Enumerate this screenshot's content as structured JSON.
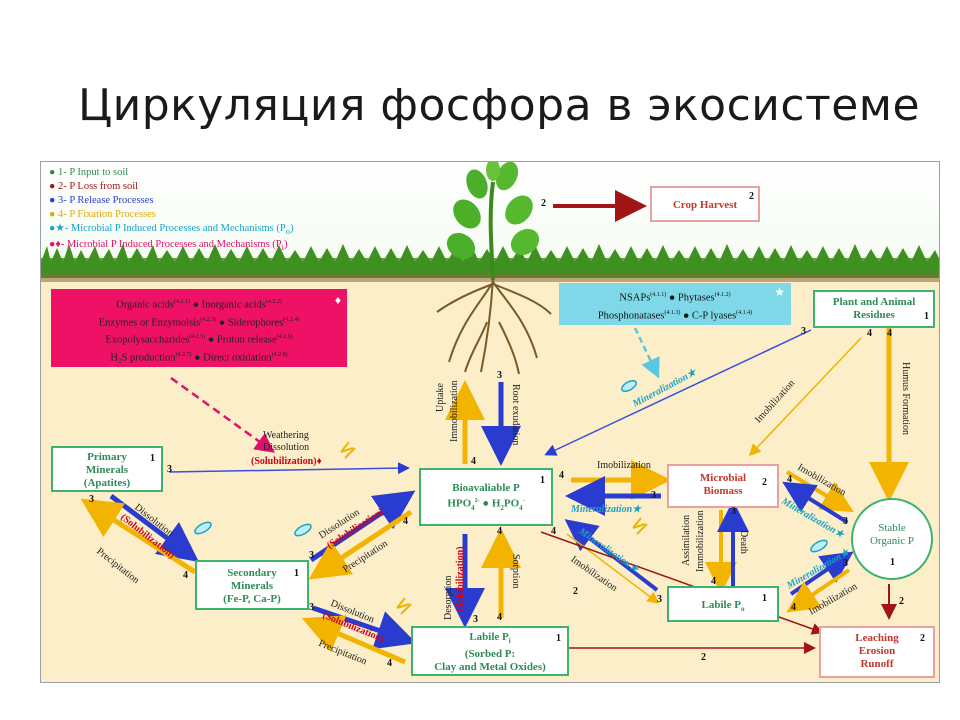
{
  "title": "Циркуляция фосфора в экосистеме",
  "legend": [
    {
      "marker": "● 1- P Input to soil",
      "color": "#2e8b57"
    },
    {
      "marker": "● 2- P Loss from soil",
      "color": "#a31515"
    },
    {
      "marker": "● 3- P Release Processes",
      "color": "#2a3ccf"
    },
    {
      "marker": "● 4- P Fixation Processes",
      "color": "#e0a800"
    },
    {
      "marker": "●★- Microbial P Induced Processes and Mechanisms (P",
      "sub": "o",
      "tail": ")",
      "color": "#1aa3c4"
    },
    {
      "marker": "●♦- Microbial P Induced Processes and Mechanisms (P",
      "sub": "i",
      "tail": ")",
      "color": "#e0116e"
    }
  ],
  "inorganic_mech": {
    "l1a": "Organic acids",
    "s1a": "(4.2.1)",
    "l1b": " ● Inorganic acids",
    "s1b": "(4.2.2)",
    "l2a": "Enzymes or Enzymolsis",
    "s2a": "(4.2.3)",
    "l2b": " ● Siderophores",
    "s2b": "(4.2.4)",
    "l3a": "Exopolysaccharides",
    "s3a": "(4.2.5)",
    "l3b": " ● Proton release",
    "s3b": "(4.2.6)",
    "l4a": "H₂S production",
    "s4a": "(4.2.7)",
    "l4b": " ● Direct oxidation",
    "s4b": "(4.2.8)",
    "mark": "♦"
  },
  "organic_mech": {
    "l1a": "NSAPs",
    "s1a": "(4.1.1)",
    "l1b": " ● Phytases",
    "s1b": "(4.1.2)",
    "l2a": "Phosphonatases",
    "s2a": "(4.1.3)",
    "l2b": " ● C-P lyases",
    "s2b": "(4.1.4)",
    "mark": "★"
  },
  "boxes": {
    "crop": {
      "label": "Crop Harvest",
      "badge": "2"
    },
    "plant": {
      "l1": "Plant and Animal",
      "l2": "Residues",
      "badge": "1"
    },
    "primary": {
      "l1": "Primary",
      "l2": "Minerals",
      "l3": "(Apatites)",
      "badge": "1"
    },
    "secondary": {
      "l1": "Secondary",
      "l2": "Minerals",
      "l3": "(Fe-P, Ca-P)",
      "badge": "1"
    },
    "bio": {
      "l1": "Bioavaliable P",
      "l2a": "HPO",
      "l2b": "4",
      "l2c": "2-",
      "l2d": " ● H",
      "l2e": "2",
      "l2f": "PO",
      "l2g": "4",
      "l2h": "-",
      "badge": "1"
    },
    "labile_pi": {
      "l1a": "Labile P",
      "l1b": "i",
      "l2": "(Sorbed P:",
      "l3": "Clay and Metal Oxides)",
      "badge": "1"
    },
    "microbial": {
      "l1": "Microbial",
      "l2": "Biomass",
      "badge": "2"
    },
    "labile_po": {
      "l1a": "Labile P",
      "l1b": "o",
      "badge": "1"
    },
    "stable": {
      "l1": "Stable",
      "l2": "Organic P",
      "badge": "1"
    },
    "leaching": {
      "l1": "Leaching",
      "l2": "Erosion",
      "l3": "Runoff",
      "badge": "2"
    }
  },
  "labels": {
    "weathering": "Weathering",
    "dissolution": "Dissolution",
    "solubilization": "(Solubilization)♦",
    "uptake": "Uptake",
    "immob": "Immobilization",
    "root": "Root exudation",
    "mineralization_star": "Mineralization★",
    "immobilization": "Imobilization",
    "humus": "Humus Formation",
    "dissolution2": "Dissolution",
    "solub2": "(Solubilization)",
    "precipitation": "Precipitation",
    "assimilation": "Assimilation",
    "death": "Death",
    "desorption": "Desorption",
    "solub_v": "(Solubilization)",
    "sorption": "Sorption",
    "immobilization_low": "Imobilization"
  },
  "numbers": {
    "n2_crop": "2",
    "n3_plant": "3",
    "n44": "4",
    "n4b": "4",
    "n3_primary": "3",
    "n3_left": "3",
    "n4_left": "4",
    "n3_up": "3",
    "n4_up": "4",
    "n4_bio_r": "4",
    "n3_bio_r": "3",
    "n4_bio_low": "4",
    "n4_lab": "4",
    "n3_lab": "3",
    "n2_lab": "2",
    "n4_mb": "4",
    "n3_mb": "3",
    "n3_mb_st": "3",
    "n4_mb_st": "4",
    "n3_po": "3",
    "n4_po": "4",
    "n3_sec_l": "3",
    "n4_sec_r": "4",
    "n3_sec_r": "3",
    "n4_sec_b": "4",
    "n3_pre": "3",
    "n4_pre": "4",
    "n2_leach": "2",
    "n2_bottom": "2",
    "n2_lab_po": "2",
    "n3_d": "3"
  }
}
